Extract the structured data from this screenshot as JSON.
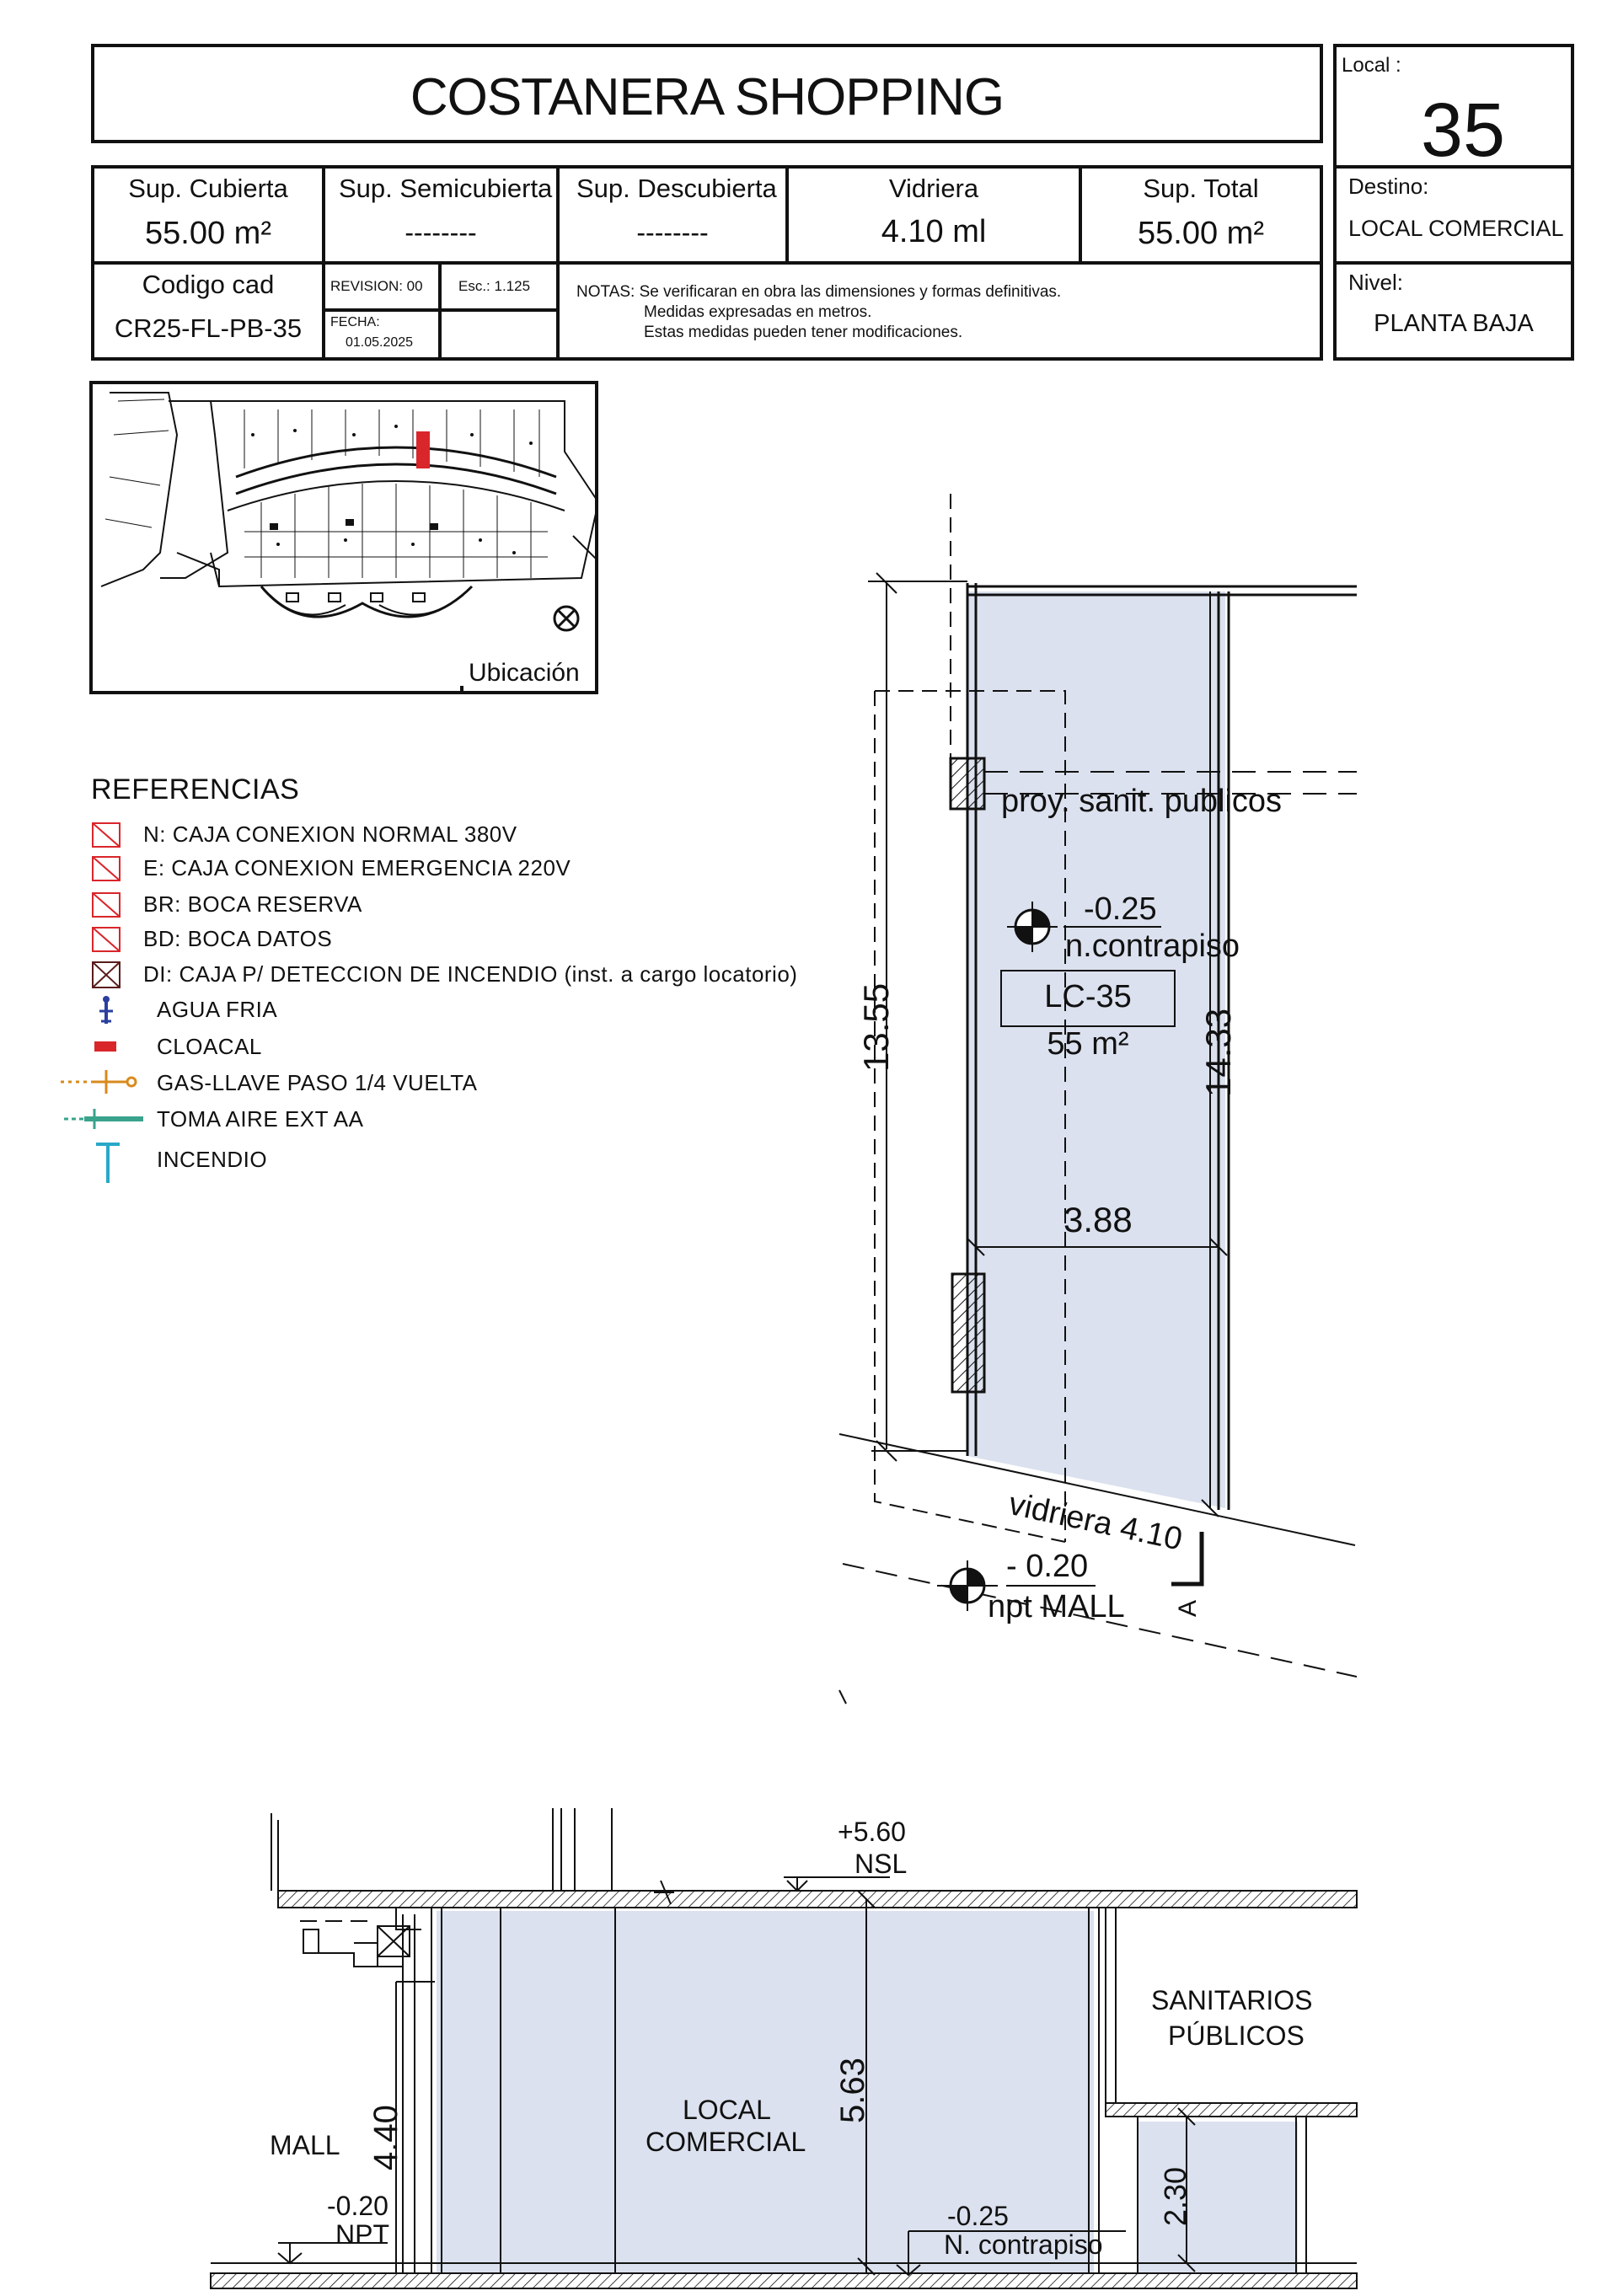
{
  "title": "COSTANERA SHOPPING",
  "local": {
    "label": "Local :",
    "number": "35"
  },
  "destino": {
    "label": "Destino:",
    "value": "LOCAL COMERCIAL"
  },
  "nivel": {
    "label": "Nivel:",
    "value": "PLANTA BAJA"
  },
  "surfaces": [
    {
      "label": "Sup. Cubierta",
      "value": "55.00 m²"
    },
    {
      "label": "Sup. Semicubierta",
      "value": "--------"
    },
    {
      "label": "Sup. Descubierta",
      "value": "--------"
    },
    {
      "label": "Vidriera",
      "value": "4.10 ml"
    },
    {
      "label": "Sup. Total",
      "value": "55.00 m²"
    }
  ],
  "codigo": {
    "label": "Codigo cad",
    "value": "CR25-FL-PB-35"
  },
  "revision": "REVISION: 00",
  "escala": "Esc.: 1.125",
  "fecha": {
    "label": "FECHA:",
    "value": "01.05.2025"
  },
  "notas": {
    "line1": "NOTAS: Se verificaran en obra las dimensiones y formas definitivas.",
    "line2": "Medidas expresadas en metros.",
    "line3": "Estas medidas pueden tener modificaciones."
  },
  "ubicacion": "Ubicación",
  "referencias": {
    "title": "REFERENCIAS",
    "items": [
      {
        "label": "N: CAJA CONEXION NORMAL 380V",
        "icon": "boxed-x-red"
      },
      {
        "label": "E: CAJA CONEXION EMERGENCIA 220V",
        "icon": "boxed-x-red"
      },
      {
        "label": "BR: BOCA RESERVA",
        "icon": "boxed-x-red"
      },
      {
        "label": "BD: BOCA DATOS",
        "icon": "boxed-x-red"
      },
      {
        "label": "DI: CAJA P/ DETECCION DE INCENDIO (inst. a cargo locatorio)",
        "icon": "boxed-x-dark"
      },
      {
        "label": "AGUA FRIA",
        "icon": "water-icon"
      },
      {
        "label": "CLOACAL",
        "icon": "sewer-icon"
      },
      {
        "label": "GAS-LLAVE PASO 1/4 VUELTA",
        "icon": "gas-icon"
      },
      {
        "label": "TOMA AIRE EXT AA",
        "icon": "air-icon"
      },
      {
        "label": "INCENDIO",
        "icon": "fire-icon"
      }
    ]
  },
  "plan": {
    "proy": "proy. sanit. publicos",
    "level_value": "-0.25",
    "level_label": "n.contrapiso",
    "unit": "LC-35",
    "area": "55 m²",
    "dim_left": "13.55",
    "dim_right": "14.33",
    "dim_width": "3.88",
    "vidriera": "vidriera 4.10",
    "npt_value": "- 0.20",
    "npt_label": "npt MALL",
    "section_mark": "A"
  },
  "section": {
    "nsl_value": "+5.60",
    "nsl_label": "NSL",
    "sanitarios1": "SANITARIOS",
    "sanitarios2": "PÚBLICOS",
    "mall": "MALL",
    "dim_mall": "4.40",
    "local1": "LOCAL",
    "local2": "COMERCIAL",
    "dim_local": "5.63",
    "dim_san": "2.30",
    "npt_value": "-0.20",
    "npt_label": "NPT",
    "contra_value": "-0.25",
    "contra_label": "N. contrapiso"
  },
  "colors": {
    "fill": "#dbe1ee",
    "red": "#d9262b",
    "blue": "#2a3f9e",
    "orange": "#d98a1c",
    "teal": "#3aa38c",
    "cyan": "#2aa8c8"
  }
}
